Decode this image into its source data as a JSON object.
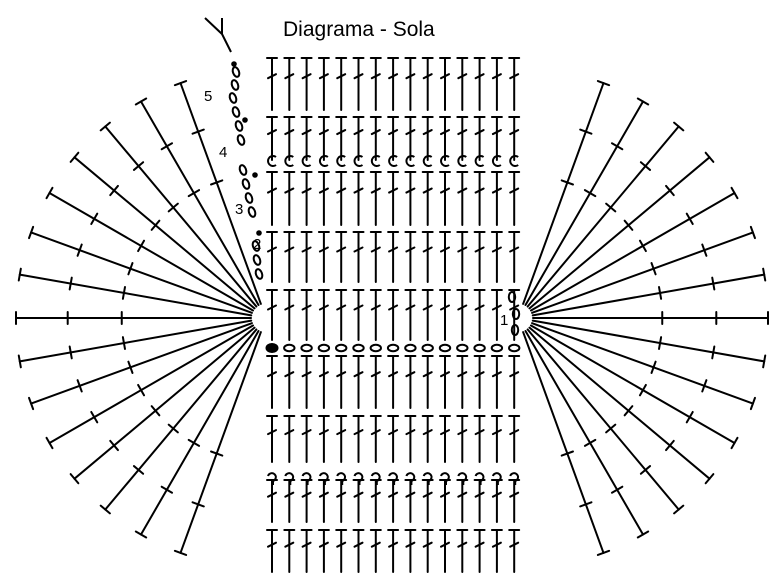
{
  "diagram": {
    "title": "Diagrama - Sola",
    "row_labels": [
      "1",
      "2",
      "3",
      "4",
      "5"
    ],
    "colors": {
      "stroke": "#000000",
      "background": "#ffffff"
    }
  }
}
